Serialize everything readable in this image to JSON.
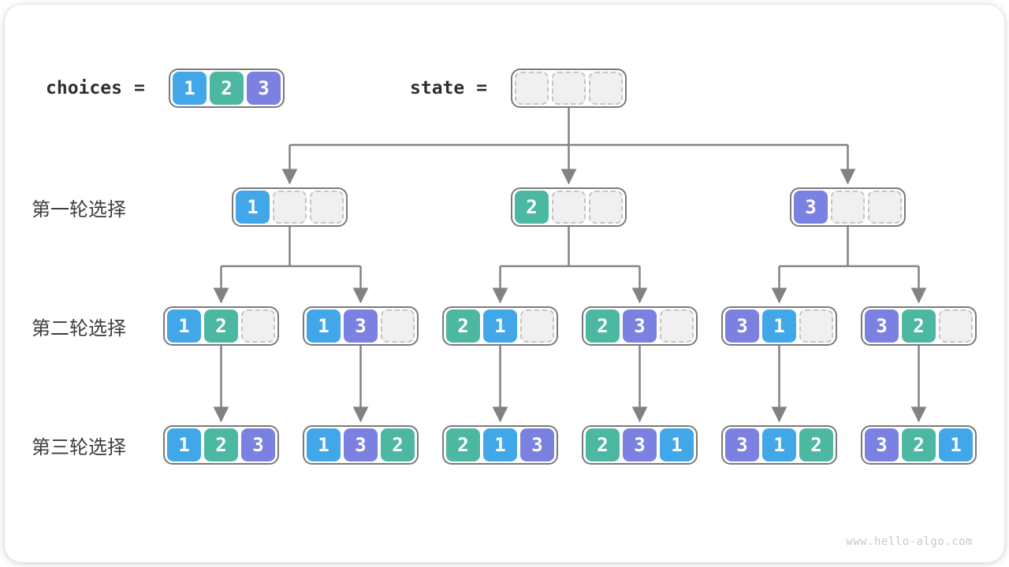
{
  "colors": {
    "value1": "#41A7E8",
    "value2": "#4DB8A2",
    "value3": "#7B81E0",
    "arrow": "#828282",
    "box_border": "#7a7a7a",
    "empty_fill": "#f0f0f0",
    "empty_border": "#c4c4c4"
  },
  "header": {
    "choices_label": "choices",
    "choices_equals": "=",
    "choices_values": [
      1,
      2,
      3
    ],
    "state_label": "state",
    "state_equals": "=",
    "state_values": [
      null,
      null,
      null
    ]
  },
  "tree": {
    "levels": [
      {
        "label": "第一轮选择",
        "boxes": [
          [
            1,
            null,
            null
          ],
          [
            2,
            null,
            null
          ],
          [
            3,
            null,
            null
          ]
        ]
      },
      {
        "label": "第二轮选择",
        "boxes": [
          [
            1,
            2,
            null
          ],
          [
            1,
            3,
            null
          ],
          [
            2,
            1,
            null
          ],
          [
            2,
            3,
            null
          ],
          [
            3,
            1,
            null
          ],
          [
            3,
            2,
            null
          ]
        ]
      },
      {
        "label": "第三轮选择",
        "boxes": [
          [
            1,
            2,
            3
          ],
          [
            1,
            3,
            2
          ],
          [
            2,
            1,
            3
          ],
          [
            2,
            3,
            1
          ],
          [
            3,
            1,
            2
          ],
          [
            3,
            2,
            1
          ]
        ]
      }
    ]
  },
  "footer": {
    "watermark": "www.hello-algo.com"
  }
}
